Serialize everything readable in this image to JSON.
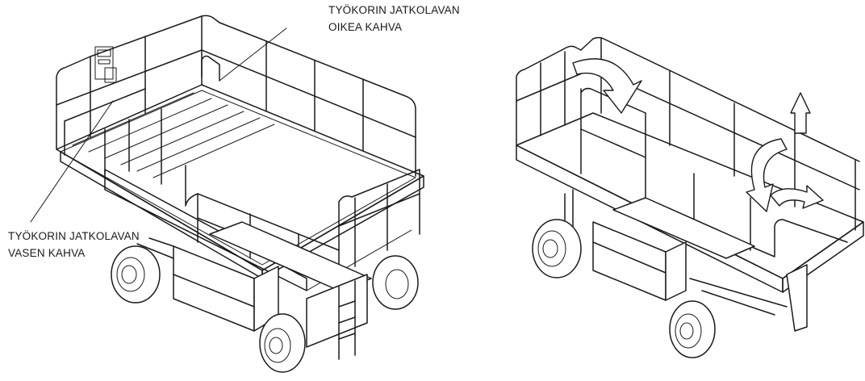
{
  "callouts": {
    "right_handle": {
      "line1": "TYÖKORIN JATKOLAVAN",
      "line2": "OIKEA KAHVA"
    },
    "left_handle": {
      "line1": "TYÖKORIN JATKOLAVAN",
      "line2": "VASEN KAHVA"
    }
  },
  "figures": [
    {
      "name": "extended-platform-lift",
      "view": "left"
    },
    {
      "name": "folded-guardrail-lift",
      "view": "right"
    }
  ],
  "icons": [
    "fold-down-arrow-icon",
    "up-arrow-icon",
    "rotate-arrow-icon"
  ]
}
